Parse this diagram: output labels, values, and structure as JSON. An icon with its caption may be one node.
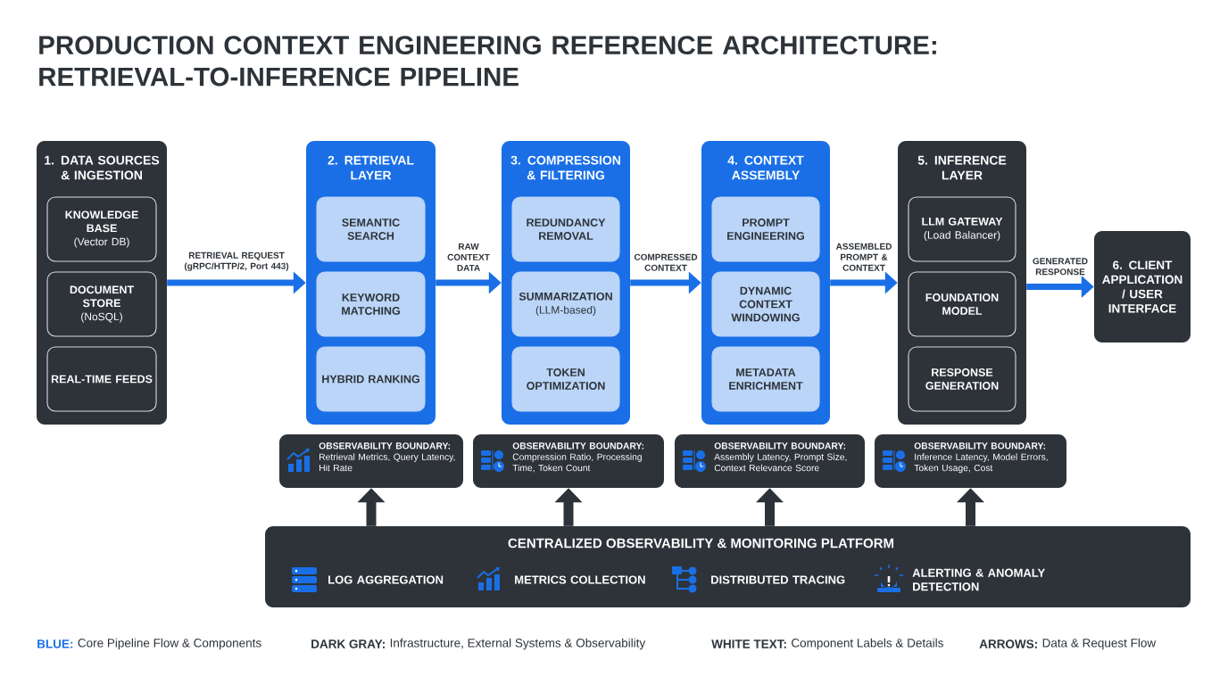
{
  "diagram": {
    "title": "PRODUCTION CONTEXT ENGINEERING REFERENCE ARCHITECTURE: RETRIEVAL-TO-INFERENCE PIPELINE",
    "nodes": [
      {
        "text": [
          "1. DATA SOURCES & INGESTION"
        ]
      },
      {
        "text": [
          "KNOWLEDGE BASE",
          "(Vector DB)"
        ],
        "in": 0
      },
      {
        "text": [
          "DOCUMENT STORE",
          "(NoSQL)"
        ],
        "in": 0
      },
      {
        "text": [
          "REAL-TIME FEEDS"
        ],
        "in": 0
      },
      {
        "text": [
          "2. RETRIEVAL LAYER"
        ]
      },
      {
        "text": [
          "SEMANTIC SEARCH"
        ],
        "in": 4
      },
      {
        "text": [
          "KEYWORD MATCHING"
        ],
        "in": 4
      },
      {
        "text": [
          "HYBRID RANKING"
        ],
        "in": 4
      },
      {
        "text": [
          "3. COMPRESSION & FILTERING"
        ]
      },
      {
        "text": [
          "REDUNDANCY REMOVAL"
        ],
        "in": 8
      },
      {
        "text": [
          "SUMMARIZATION",
          "(LLM-based)"
        ],
        "in": 8
      },
      {
        "text": [
          "TOKEN OPTIMIZATION"
        ],
        "in": 8
      },
      {
        "text": [
          "4. CONTEXT ASSEMBLY"
        ]
      },
      {
        "text": [
          "PROMPT ENGINEERING"
        ],
        "in": 12
      },
      {
        "text": [
          "DYNAMIC CONTEXT WINDOWING"
        ],
        "in": 12
      },
      {
        "text": [
          "METADATA ENRICHMENT"
        ],
        "in": 12
      },
      {
        "text": [
          "5. INFERENCE LAYER"
        ]
      },
      {
        "text": [
          "LLM GATEWAY",
          "(Load Balancer)"
        ],
        "in": 16
      },
      {
        "text": [
          "FOUNDATION MODEL"
        ],
        "in": 16
      },
      {
        "text": [
          "RESPONSE GENERATION"
        ],
        "in": 16
      },
      {
        "text": [
          "6. CLIENT APPLICATION / USER INTERFACE"
        ]
      },
      {
        "text": [
          "OBSERVABILITY BOUNDARY:",
          "Retrieval Metrics, Query Latency, Hit Rate"
        ]
      },
      {
        "text": [
          "OBSERVABILITY BOUNDARY:",
          "Compression Ratio, Processing Time, Token Count"
        ]
      },
      {
        "text": [
          "OBSERVABILITY BOUNDARY:",
          "Assembly Latency, Prompt Size, Context Relevance Score"
        ]
      },
      {
        "text": [
          "OBSERVABILITY BOUNDARY:",
          "Inference Latency, Model Errors, Token Usage, Cost"
        ]
      },
      {
        "text": [
          "CENTRALIZED OBSERVABILITY & MONITORING PLATFORM",
          "LOG AGGREGATION",
          "METRICS COLLECTION",
          "DISTRIBUTED TRACING",
          "ALERTING & ANOMALY DETECTION"
        ]
      }
    ],
    "edges": [
      {
        "from": 0,
        "to": 4,
        "arrow": "to",
        "label": "RETRIEVAL REQUEST (gRPC/HTTP/2, Port 443)"
      },
      {
        "from": 4,
        "to": 8,
        "arrow": "to",
        "label": "RAW CONTEXT DATA"
      },
      {
        "from": 8,
        "to": 12,
        "arrow": "to",
        "label": "COMPRESSED CONTEXT"
      },
      {
        "from": 12,
        "to": 16,
        "arrow": "to",
        "label": "ASSEMBLED PROMPT & CONTEXT"
      },
      {
        "from": 16,
        "to": 20,
        "arrow": "to",
        "label": "GENERATED RESPONSE"
      },
      {
        "from": 25,
        "to": 21,
        "arrow": "to",
        "color": "#2d3339"
      },
      {
        "from": 25,
        "to": 22,
        "arrow": "to",
        "color": "#2d3339"
      },
      {
        "from": 25,
        "to": 23,
        "arrow": "to",
        "color": "#2d3339"
      },
      {
        "from": 25,
        "to": 24,
        "arrow": "to",
        "color": "#2d3339"
      }
    ],
    "labels": [
      "BLUE:",
      "Core Pipeline Flow & Components",
      "DARK GRAY:",
      "Infrastructure, External Systems & Observability",
      "WHITE TEXT:",
      "Component Labels & Details",
      "ARROWS:",
      "Data & Request Flow"
    ]
  }
}
